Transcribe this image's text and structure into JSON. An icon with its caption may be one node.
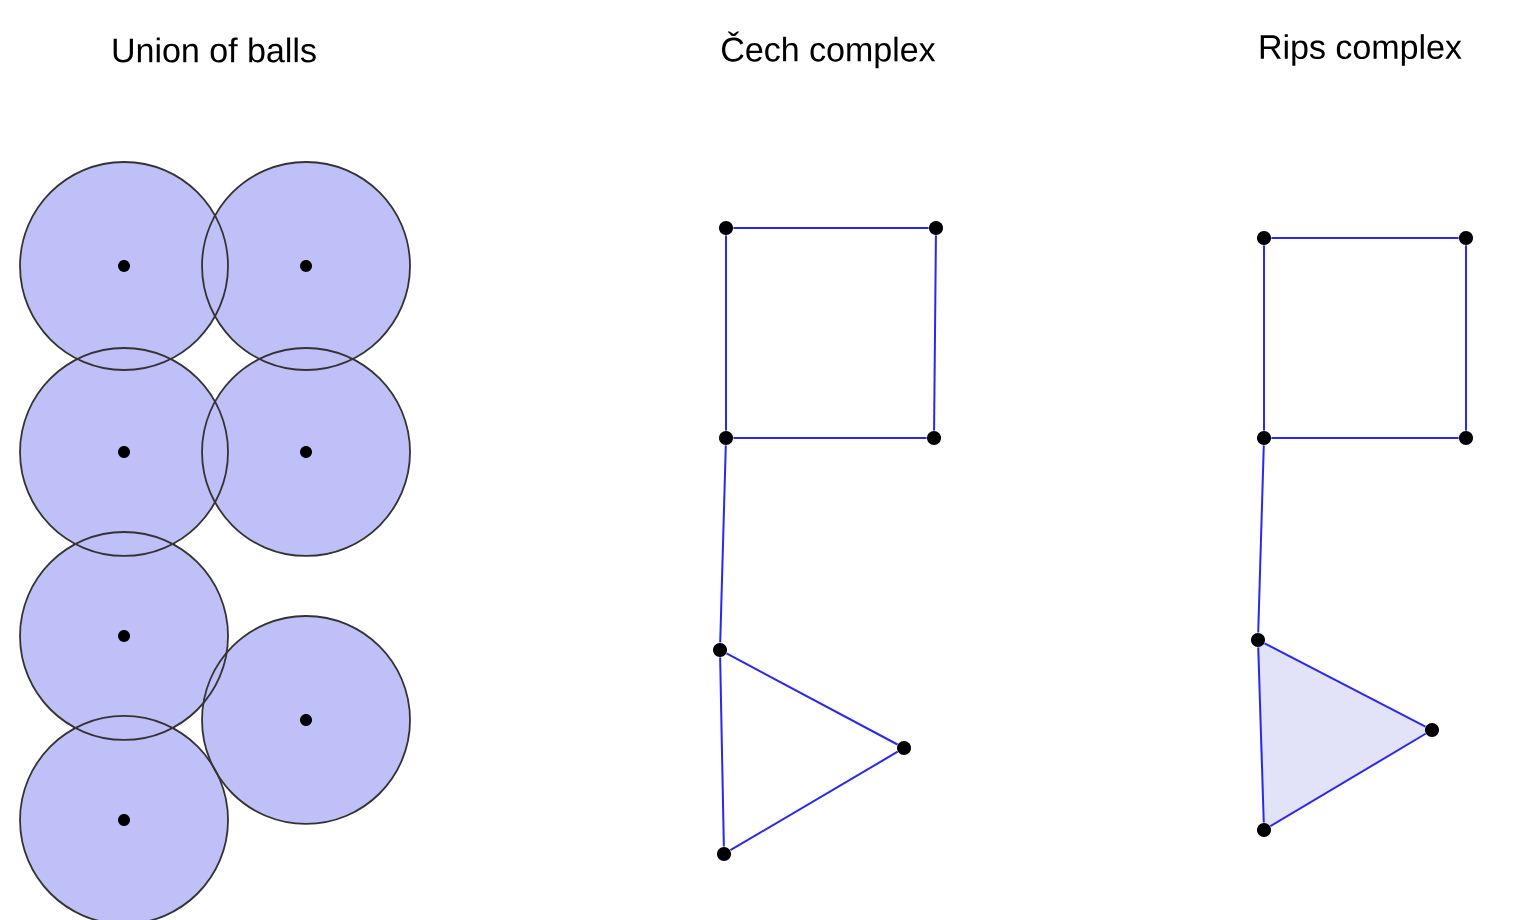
{
  "diagram": {
    "nodes": [
      {
        "text": [],
        "shape": "circle"
      },
      {
        "text": [],
        "shape": "circle"
      },
      {
        "text": [],
        "shape": "circle"
      },
      {
        "text": [],
        "shape": "circle"
      },
      {
        "text": [],
        "shape": "circle"
      },
      {
        "text": [],
        "shape": "circle"
      },
      {
        "text": [],
        "shape": "circle"
      },
      {
        "text": [],
        "shape": "circle"
      },
      {
        "text": [],
        "shape": "circle"
      },
      {
        "text": [],
        "shape": "circle"
      },
      {
        "text": [],
        "shape": "circle"
      },
      {
        "text": [],
        "shape": "circle"
      },
      {
        "text": [],
        "shape": "circle"
      },
      {
        "text": [],
        "shape": "circle"
      }
    ],
    "edges": [
      {
        "from": 0,
        "to": 1,
        "arrow": "none"
      },
      {
        "from": 1,
        "to": 3,
        "arrow": "none"
      },
      {
        "from": 0,
        "to": 2,
        "arrow": "none"
      },
      {
        "from": 2,
        "to": 3,
        "arrow": "none"
      },
      {
        "from": 2,
        "to": 4,
        "arrow": "none"
      },
      {
        "from": 4,
        "to": 5,
        "arrow": "none"
      },
      {
        "from": 5,
        "to": 6,
        "arrow": "none"
      },
      {
        "from": 4,
        "to": 6,
        "arrow": "none"
      },
      {
        "from": 7,
        "to": 8,
        "arrow": "none"
      },
      {
        "from": 8,
        "to": 10,
        "arrow": "none"
      },
      {
        "from": 7,
        "to": 9,
        "arrow": "none"
      },
      {
        "from": 9,
        "to": 10,
        "arrow": "none"
      },
      {
        "from": 9,
        "to": 11,
        "arrow": "none"
      },
      {
        "from": 11,
        "to": 12,
        "arrow": "none"
      },
      {
        "from": 12,
        "to": 13,
        "arrow": "none"
      },
      {
        "from": 11,
        "to": 13,
        "arrow": "none"
      }
    ],
    "labels": [
      "Union of balls",
      "Čech complex",
      "Rips complex"
    ]
  }
}
